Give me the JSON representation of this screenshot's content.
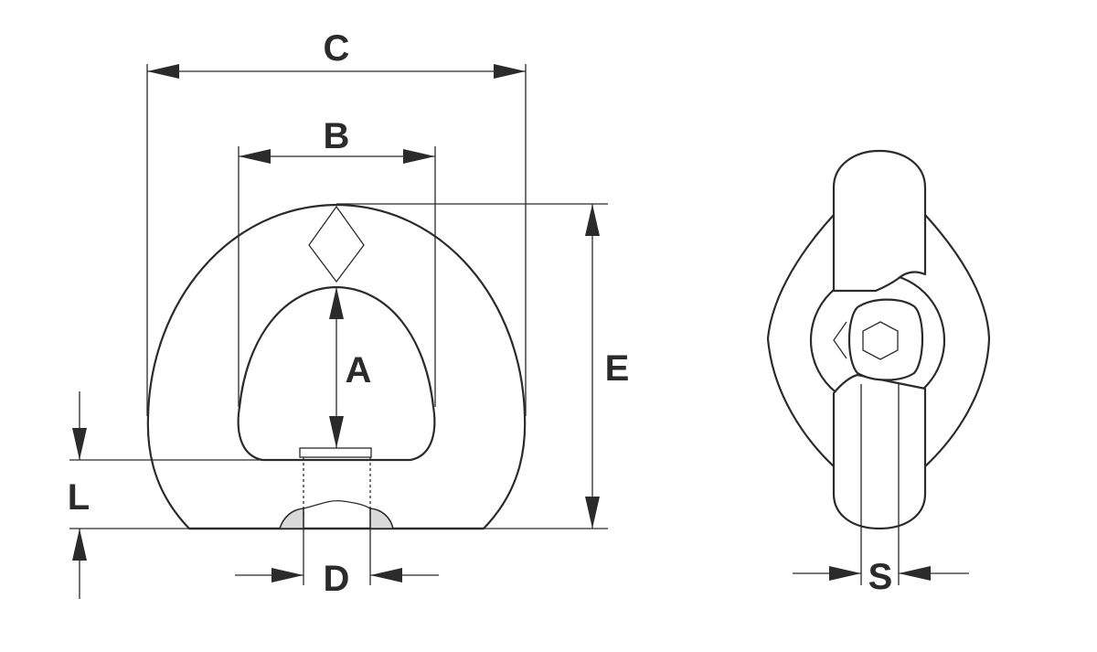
{
  "dimensions": {
    "A": "A",
    "B": "B",
    "C": "C",
    "D": "D",
    "E": "E",
    "L": "L",
    "S": "S"
  }
}
